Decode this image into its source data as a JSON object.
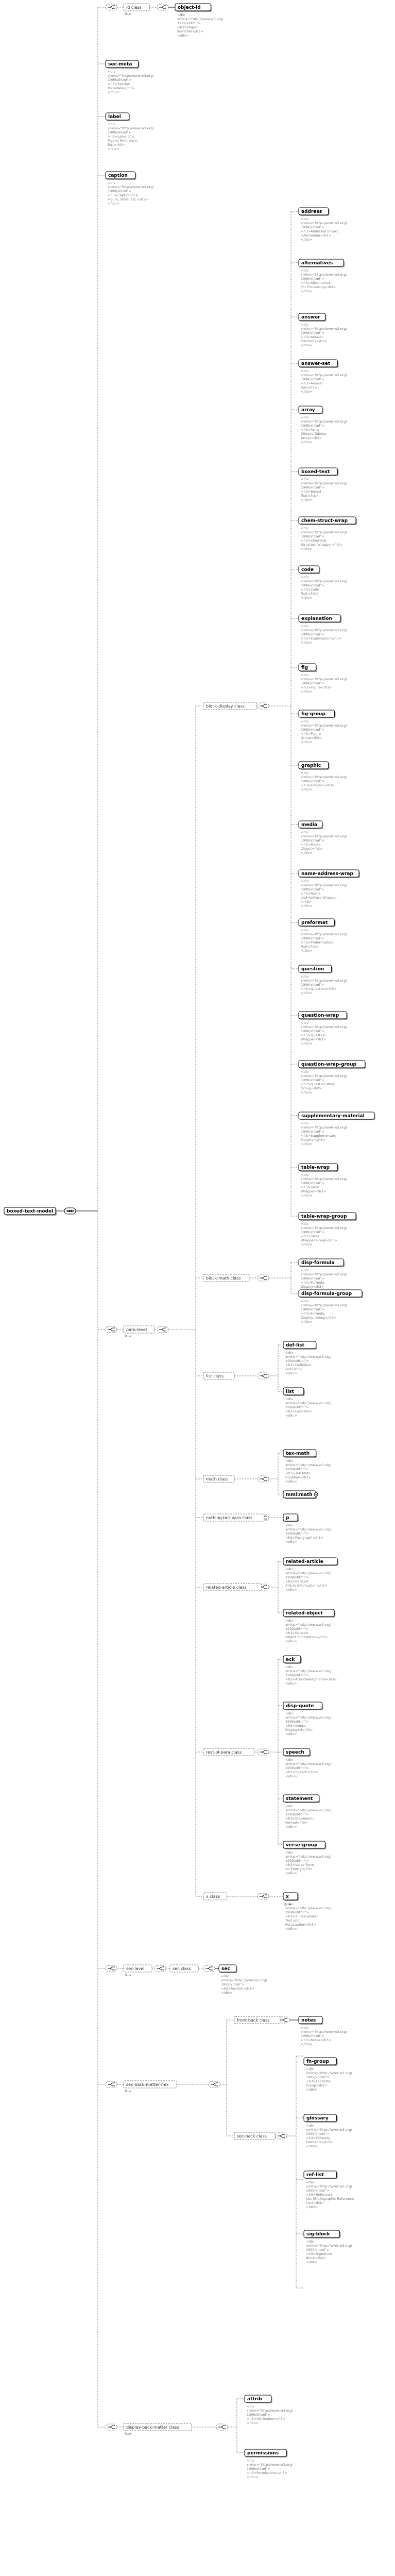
{
  "root": {
    "name": "boxed-text-model"
  },
  "elements": {
    "object-id": {
      "name": "object-id",
      "doc": [
        "<div",
        "xmlns=\"http://www.w3.org/",
        "1999/xhtml\">",
        "<h3>Object",
        "Identifier</h3>",
        "</div>"
      ]
    },
    "sec-meta": {
      "name": "sec-meta",
      "doc": [
        "<div",
        "xmlns=\"http://www.w3.org/",
        "1999/xhtml\">",
        "<h3>Section",
        "Metadata</h3>",
        "</div>"
      ]
    },
    "label": {
      "name": "label",
      "doc": [
        "<div",
        "xmlns=\"http://www.w3.org/",
        "1999/xhtml\">",
        "<h3>Label of a",
        "Figure, Reference,",
        "Etc.</h3>",
        "</div>"
      ]
    },
    "caption": {
      "name": "caption",
      "doc": [
        "<div",
        "xmlns=\"http://www.w3.org/",
        "1999/xhtml\">",
        "<h3>Caption of a",
        "Figure, Table, Etc.</h3>",
        "</div>"
      ]
    },
    "address": {
      "name": "address",
      "doc": [
        "<div",
        "xmlns=\"http://www.w3.org/",
        "1999/xhtml\">",
        "<h3>Address/Contact",
        "Information</h3>",
        "</div>"
      ]
    },
    "alternatives": {
      "name": "alternatives",
      "doc": [
        "<div",
        "xmlns=\"http://www.w3.org/",
        "1999/xhtml\">",
        "<h3>Alternatives",
        "For Processing</h3>",
        "</div>"
      ]
    },
    "answer": {
      "name": "answer",
      "doc": [
        "<div",
        "xmlns=\"http://www.w3.org/",
        "1999/xhtml\">",
        "<h3>Answer",
        "Elements</h3>",
        "</div>"
      ]
    },
    "answer-set": {
      "name": "answer-set",
      "doc": [
        "<div",
        "xmlns=\"http://www.w3.org/",
        "1999/xhtml\">",
        "<h3>Answer",
        "Set</h3>",
        "</div>"
      ]
    },
    "array": {
      "name": "array",
      "doc": [
        "<div",
        "xmlns=\"http://www.w3.org/",
        "1999/xhtml\">",
        "<h3>Array",
        "(Simple Tabular",
        "Array)</h3>",
        "</div>"
      ]
    },
    "boxed-text": {
      "name": "boxed-text",
      "doc": [
        "<div",
        "xmlns=\"http://www.w3.org/",
        "1999/xhtml\">",
        "<h3>Boxed",
        "Text</h3>",
        "</div>"
      ]
    },
    "chem-struct-wrap": {
      "name": "chem-struct-wrap",
      "doc": [
        "<div",
        "xmlns=\"http://www.w3.org/",
        "1999/xhtml\">",
        "<h3>Chemical",
        "Structure Wrapper</h3>",
        "</div>"
      ]
    },
    "code": {
      "name": "code",
      "doc": [
        "<div",
        "xmlns=\"http://www.w3.org/",
        "1999/xhtml\">",
        "<h3>Code",
        "Text</h3>",
        "</div>"
      ]
    },
    "explanation": {
      "name": "explanation",
      "doc": [
        "<div",
        "xmlns=\"http://www.w3.org/",
        "1999/xhtml\">",
        "<h3>Explanation</h3>",
        "</div>"
      ]
    },
    "fig": {
      "name": "fig",
      "doc": [
        "<div",
        "xmlns=\"http://www.w3.org/",
        "1999/xhtml\">",
        "<h3>Figure</h3>",
        "</div>"
      ]
    },
    "fig-group": {
      "name": "fig-group",
      "doc": [
        "<div",
        "xmlns=\"http://www.w3.org/",
        "1999/xhtml\">",
        "<h3>Figure",
        "Group</h3>",
        "</div>"
      ]
    },
    "graphic": {
      "name": "graphic",
      "doc": [
        "<div",
        "xmlns=\"http://www.w3.org/",
        "1999/xhtml\">",
        "<h3>Graphic</h3>",
        "</div>"
      ]
    },
    "media": {
      "name": "media",
      "doc": [
        "<div",
        "xmlns=\"http://www.w3.org/",
        "1999/xhtml\">",
        "<h3>Media",
        "Object</h3>",
        "</div>"
      ]
    },
    "name-address-wrap": {
      "name": "name-address-wrap",
      "doc": [
        "<div",
        "xmlns=\"http://www.w3.org/",
        "1999/xhtml\">",
        "<h3>Name",
        "and Address Wrapper",
        "</h3>",
        "</div>"
      ]
    },
    "preformat": {
      "name": "preformat",
      "doc": [
        "<div",
        "xmlns=\"http://www.w3.org/",
        "1999/xhtml\">",
        "<h3>Preformatted",
        "Text</h3>",
        "</div>"
      ]
    },
    "question": {
      "name": "question",
      "doc": [
        "<div",
        "xmlns=\"http://www.w3.org/",
        "1999/xhtml\">",
        "<h3>Question</h3>",
        "</div>"
      ]
    },
    "question-wrap": {
      "name": "question-wrap",
      "doc": [
        "<div",
        "xmlns=\"http://www.w3.org/",
        "1999/xhtml\">",
        "<h3>Question",
        "Wrapper</h3>",
        "</div>"
      ]
    },
    "question-wrap-group": {
      "name": "question-wrap-group",
      "doc": [
        "<div",
        "xmlns=\"http://www.w3.org/",
        "1999/xhtml\">",
        "<h3>Question Wrap",
        "Group</h3>",
        "</div>"
      ]
    },
    "supplementary-material": {
      "name": "supplementary-material",
      "doc": [
        "<div",
        "xmlns=\"http://www.w3.org/",
        "1999/xhtml\">",
        "<h3>Supplementary",
        "Material</h3>",
        "</div>"
      ]
    },
    "table-wrap": {
      "name": "table-wrap",
      "doc": [
        "<div",
        "xmlns=\"http://www.w3.org/",
        "1999/xhtml\">",
        "<h3>Table",
        "Wrapper</h3>",
        "</div>"
      ]
    },
    "table-wrap-group": {
      "name": "table-wrap-group",
      "doc": [
        "<div",
        "xmlns=\"http://www.w3.org/",
        "1999/xhtml\">",
        "<h3>Table",
        "Wrapper Group</h3>",
        "</div>"
      ]
    },
    "disp-formula": {
      "name": "disp-formula",
      "doc": [
        "<div",
        "xmlns=\"http://www.w3.org/",
        "1999/xhtml\">",
        "<h3>Formula,",
        "Display</h3>",
        "</div>"
      ]
    },
    "disp-formula-group": {
      "name": "disp-formula-group",
      "doc": [
        "<div",
        "xmlns=\"http://www.w3.org/",
        "1999/xhtml\">",
        "<h3>Formula,",
        "Display, Group</h3>",
        "</div>"
      ]
    },
    "def-list": {
      "name": "def-list",
      "doc": [
        "<div",
        "xmlns=\"http://www.w3.org/",
        "1999/xhtml\">",
        "<h3>Definition",
        "List</h3>",
        "</div>"
      ]
    },
    "list": {
      "name": "list",
      "doc": [
        "<div",
        "xmlns=\"http://www.w3.org/",
        "1999/xhtml\">",
        "<h3>List</h3>",
        "</div>"
      ]
    },
    "tex-math": {
      "name": "tex-math",
      "doc": [
        "<div",
        "xmlns=\"http://www.w3.org/",
        "1999/xhtml\">",
        "<h3>TeX Math",
        "Equation</h3>",
        "</div>"
      ]
    },
    "mml:math": {
      "name": "mml:math"
    },
    "p": {
      "name": "p",
      "doc": [
        "<div",
        "xmlns=\"http://www.w3.org/",
        "1999/xhtml\">",
        "<h3>Paragraph</h3>",
        "</div>"
      ]
    },
    "related-article": {
      "name": "related-article",
      "doc": [
        "<div",
        "xmlns=\"http://www.w3.org/",
        "1999/xhtml\">",
        "<h3>Related",
        "Article Information</h3>",
        "</div>"
      ]
    },
    "related-object": {
      "name": "related-object",
      "doc": [
        "<div",
        "xmlns=\"http://www.w3.org/",
        "1999/xhtml\">",
        "<h3>Related",
        "Object Information</h3>",
        "</div>"
      ]
    },
    "ack": {
      "name": "ack",
      "doc": [
        "<div",
        "xmlns=\"http://www.w3.org/",
        "1999/xhtml\">",
        "<h3>Acknowledgments</h3>",
        "</div>"
      ]
    },
    "disp-quote": {
      "name": "disp-quote",
      "doc": [
        "<div",
        "xmlns=\"http://www.w3.org/",
        "1999/xhtml\">",
        "<h3>Quote,",
        "Displayed</h3>",
        "</div>"
      ]
    },
    "speech": {
      "name": "speech",
      "doc": [
        "<div",
        "xmlns=\"http://www.w3.org/",
        "1999/xhtml\">",
        "<h3>Speech</h3>",
        "</div>"
      ]
    },
    "statement": {
      "name": "statement",
      "doc": [
        "<div",
        "xmlns=\"http://www.w3.org/",
        "1999/xhtml\">",
        "<h3>Statement,",
        "Formal</h3>",
        "</div>"
      ]
    },
    "verse-group": {
      "name": "verse-group",
      "doc": [
        "<div",
        "xmlns=\"http://www.w3.org/",
        "1999/xhtml\">",
        "<h3>Verse Form",
        "for Poetry</h3>",
        "</div>"
      ]
    },
    "x": {
      "name": "x",
      "doc": [
        "<div",
        "xmlns=\"http://www.w3.org/",
        "1999/xhtml\">",
        "<h3>X - Generated",
        "Text and",
        "Punctuation</h3>",
        "</div>"
      ]
    },
    "sec": {
      "name": "sec",
      "doc": [
        "<div",
        "xmlns=\"http://www.w3.org/",
        "1999/xhtml\">",
        "<h3>Section</h3>",
        "</div>"
      ]
    },
    "notes": {
      "name": "notes",
      "doc": [
        "<div",
        "xmlns=\"http://www.w3.org/",
        "1999/xhtml\">",
        "<h3>Notes</h3>",
        "</div>"
      ]
    },
    "fn-group": {
      "name": "fn-group",
      "doc": [
        "<div",
        "xmlns=\"http://www.w3.org/",
        "1999/xhtml\">",
        "<h3>Footnote",
        "Group</h3>",
        "</div>"
      ]
    },
    "glossary": {
      "name": "glossary",
      "doc": [
        "<div",
        "xmlns=\"http://www.w3.org/",
        "1999/xhtml\">",
        "<h3>Glossary",
        "Elements</h3>",
        "</div>"
      ]
    },
    "ref-list": {
      "name": "ref-list",
      "doc": [
        "<div",
        "xmlns=\"http://www.w3.org/",
        "1999/xhtml\">",
        "<h3>Reference",
        "List (Bibliographic Reference",
        "List)</h3>",
        "</div>"
      ]
    },
    "sig-block": {
      "name": "sig-block",
      "doc": [
        "<div",
        "xmlns=\"http://www.w3.org/",
        "1999/xhtml\">",
        "<h3>Signature",
        "Block</h3>",
        "</div>"
      ]
    },
    "attrib": {
      "name": "attrib",
      "doc": [
        "<div",
        "xmlns=\"http://www.w3.org/",
        "1999/xhtml\">",
        "<h3>Attribution</h3>",
        "</div>"
      ]
    },
    "permissions": {
      "name": "permissions",
      "doc": [
        "<div",
        "xmlns=\"http://www.w3.org/",
        "1999/xhtml\">",
        "<h3>Permissions</h3>",
        "</div>"
      ]
    }
  },
  "groups": {
    "id-class": {
      "name": "id class",
      "card": "0..∞"
    },
    "para-level": {
      "name": "para-level",
      "card": "0..∞"
    },
    "block-display-class": {
      "name": "block-display class"
    },
    "block-math-class": {
      "name": "block-math class"
    },
    "list-class": {
      "name": "list class"
    },
    "math-class": {
      "name": "math class"
    },
    "nothing-but-para-class": {
      "name": "nothing-but-para class"
    },
    "related-article-class": {
      "name": "related-article class"
    },
    "rest-of-para-class": {
      "name": "rest-of-para class"
    },
    "x-class": {
      "name": "x class"
    },
    "sec-level": {
      "name": "sec-level",
      "card": "0..∞"
    },
    "sec-class": {
      "name": "sec class"
    },
    "sec-back-matter-mix": {
      "name": "sec-back-matter-mix",
      "card": "0..∞"
    },
    "front-back-class": {
      "name": "front-back class"
    },
    "sec-back-class": {
      "name": "sec-back class"
    },
    "display-back-matter-class": {
      "name": "display-back-matter class",
      "card": "0..∞"
    }
  },
  "cardinality": {
    "x_multi": "0..∞"
  }
}
